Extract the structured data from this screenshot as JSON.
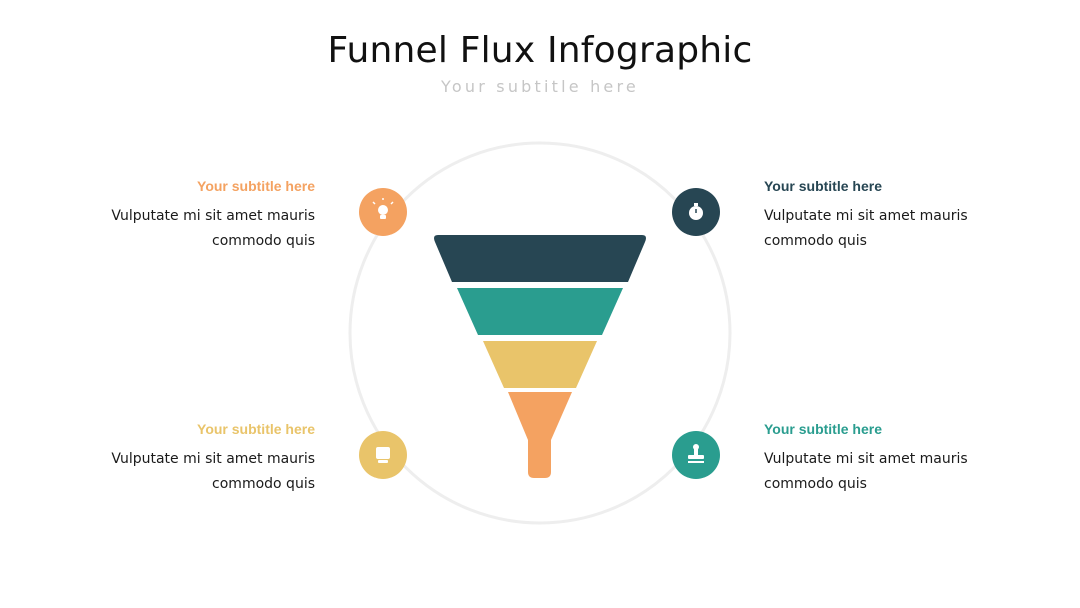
{
  "header": {
    "title": "Funnel Flux Infographic",
    "subtitle": "Your subtitle here"
  },
  "colors": {
    "stage1": "#274653",
    "stage2": "#2a9d8f",
    "stage3": "#e9c46a",
    "stage4": "#f4a261",
    "ring": "#eeeeee"
  },
  "items": [
    {
      "position": "top-left",
      "heading": "Your subtitle here",
      "line1": "Vulputate mi sit amet mauris",
      "line2": "commodo quis",
      "color": "#f4a261",
      "icon": "lightbulb-icon"
    },
    {
      "position": "top-right",
      "heading": "Your subtitle here",
      "line1": "Vulputate mi sit amet mauris",
      "line2": "commodo quis",
      "color": "#274653",
      "icon": "stopwatch-icon"
    },
    {
      "position": "bottom-left",
      "heading": "Your subtitle here",
      "line1": "Vulputate mi sit amet mauris",
      "line2": "commodo quis",
      "color": "#e9c46a",
      "icon": "monitor-icon"
    },
    {
      "position": "bottom-right",
      "heading": "Your subtitle here",
      "line1": "Vulputate mi sit amet mauris",
      "line2": "commodo quis",
      "color": "#2a9d8f",
      "icon": "stamp-icon"
    }
  ]
}
